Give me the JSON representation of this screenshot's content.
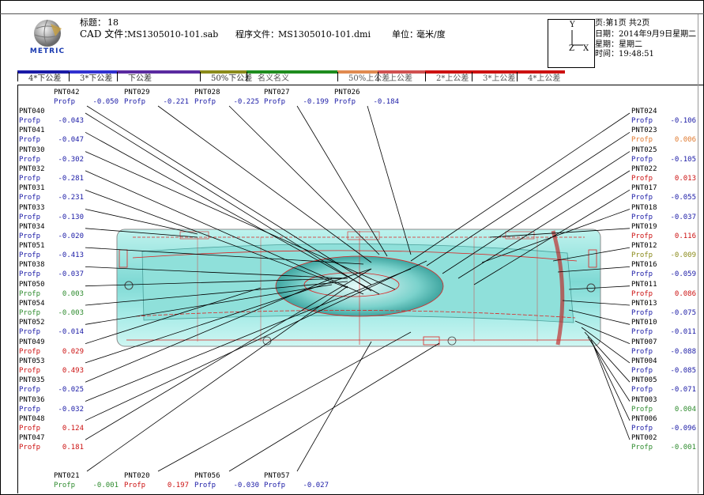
{
  "header": {
    "title_label": "标题：",
    "title_value": "18",
    "cad_label": "CAD 文件：",
    "cad_value": "MS1305010-101.sab",
    "program_label": "程序文件：",
    "program_value": "MS1305010-101.dmi",
    "unit_label": "单位：",
    "unit_value": "毫米/度",
    "logo_text": "METRIC",
    "page_line": "页:第1页 共2页",
    "date_line": "日期：2014年9月9日星期二",
    "weekday_line": "星期：星期二",
    "time_line": "时间：19:48:51",
    "axis_y": "Y",
    "axis_z": "Z",
    "axis_x": "X"
  },
  "tolerance_bar": {
    "labels": [
      "4*下公差",
      "3*下公差",
      "下公差",
      "50%下公差",
      "名义名义",
      "50%上公差",
      "上公差",
      "2*上公差",
      "3*上公差",
      "4*上公差"
    ],
    "colors": [
      "#1a1aa6",
      "#3030d0",
      "#5a2aa0",
      "#8a8a1a",
      "#1e8c1e",
      "#e08a50",
      "#d05050",
      "#cc1111",
      "#cc1111",
      "#cc1111"
    ]
  },
  "points_top": [
    {
      "name": "PNT042",
      "label": "Profp",
      "value": "-0.050",
      "color": "blue"
    },
    {
      "name": "PNT029",
      "label": "Profp",
      "value": "-0.221",
      "color": "blue"
    },
    {
      "name": "PNT028",
      "label": "Profp",
      "value": "-0.225",
      "color": "blue"
    },
    {
      "name": "PNT027",
      "label": "Profp",
      "value": "-0.199",
      "color": "blue"
    },
    {
      "name": "PNT026",
      "label": "Profp",
      "value": "-0.184",
      "color": "blue"
    }
  ],
  "points_left": [
    {
      "name": "PNT040",
      "label": "Profp",
      "value": "-0.043",
      "color": "blue"
    },
    {
      "name": "PNT041",
      "label": "Profp",
      "value": "-0.047",
      "color": "blue"
    },
    {
      "name": "PNT030",
      "label": "Profp",
      "value": "-0.302",
      "color": "blue"
    },
    {
      "name": "PNT032",
      "label": "Profp",
      "value": "-0.281",
      "color": "blue"
    },
    {
      "name": "PNT031",
      "label": "Profp",
      "value": "-0.231",
      "color": "blue"
    },
    {
      "name": "PNT033",
      "label": "Profp",
      "value": "-0.130",
      "color": "blue"
    },
    {
      "name": "PNT034",
      "label": "Profp",
      "value": "-0.020",
      "color": "blue"
    },
    {
      "name": "PNT051",
      "label": "Profp",
      "value": "-0.413",
      "color": "blue"
    },
    {
      "name": "PNT038",
      "label": "Profp",
      "value": "-0.037",
      "color": "blue"
    },
    {
      "name": "PNT050",
      "label": "Profp",
      "value": "0.003",
      "color": "green"
    },
    {
      "name": "PNT054",
      "label": "Profp",
      "value": "-0.003",
      "color": "green"
    },
    {
      "name": "PNT052",
      "label": "Profp",
      "value": "-0.014",
      "color": "blue"
    },
    {
      "name": "PNT049",
      "label": "Profp",
      "value": "0.029",
      "color": "red"
    },
    {
      "name": "PNT053",
      "label": "Profp",
      "value": "0.493",
      "color": "red"
    },
    {
      "name": "PNT035",
      "label": "Profp",
      "value": "-0.025",
      "color": "blue"
    },
    {
      "name": "PNT036",
      "label": "Profp",
      "value": "-0.032",
      "color": "blue"
    },
    {
      "name": "PNT048",
      "label": "Profp",
      "value": "0.124",
      "color": "red"
    },
    {
      "name": "PNT047",
      "label": "Profp",
      "value": "0.181",
      "color": "red"
    }
  ],
  "points_right": [
    {
      "name": "PNT024",
      "label": "Profp",
      "value": "-0.106",
      "color": "blue"
    },
    {
      "name": "PNT023",
      "label": "Profp",
      "value": "0.006",
      "color": "orange"
    },
    {
      "name": "PNT025",
      "label": "Profp",
      "value": "-0.105",
      "color": "blue"
    },
    {
      "name": "PNT022",
      "label": "Profp",
      "value": "0.013",
      "color": "red"
    },
    {
      "name": "PNT017",
      "label": "Profp",
      "value": "-0.055",
      "color": "blue"
    },
    {
      "name": "PNT018",
      "label": "Profp",
      "value": "-0.037",
      "color": "blue"
    },
    {
      "name": "PNT019",
      "label": "Profp",
      "value": "0.116",
      "color": "red"
    },
    {
      "name": "PNT012",
      "label": "Profp",
      "value": "-0.009",
      "color": "olive"
    },
    {
      "name": "PNT016",
      "label": "Profp",
      "value": "-0.059",
      "color": "blue"
    },
    {
      "name": "PNT011",
      "label": "Profp",
      "value": "0.086",
      "color": "red"
    },
    {
      "name": "PNT013",
      "label": "Profp",
      "value": "-0.075",
      "color": "blue"
    },
    {
      "name": "PNT010",
      "label": "Profp",
      "value": "-0.011",
      "color": "blue"
    },
    {
      "name": "PNT007",
      "label": "Profp",
      "value": "-0.088",
      "color": "blue"
    },
    {
      "name": "PNT004",
      "label": "Profp",
      "value": "-0.085",
      "color": "blue"
    },
    {
      "name": "PNT005",
      "label": "Profp",
      "value": "-0.071",
      "color": "blue"
    },
    {
      "name": "PNT003",
      "label": "Profp",
      "value": "0.004",
      "color": "green"
    },
    {
      "name": "PNT006",
      "label": "Profp",
      "value": "-0.096",
      "color": "blue"
    },
    {
      "name": "PNT002",
      "label": "Profp",
      "value": "-0.001",
      "color": "green"
    }
  ],
  "points_bottom": [
    {
      "name": "PNT021",
      "label": "Profp",
      "value": "-0.001",
      "color": "green"
    },
    {
      "name": "PNT020",
      "label": "Profp",
      "value": "0.197",
      "color": "red"
    },
    {
      "name": "PNT056",
      "label": "Profp",
      "value": "-0.030",
      "color": "blue"
    },
    {
      "name": "PNT057",
      "label": "Profp",
      "value": "-0.027",
      "color": "blue"
    }
  ]
}
